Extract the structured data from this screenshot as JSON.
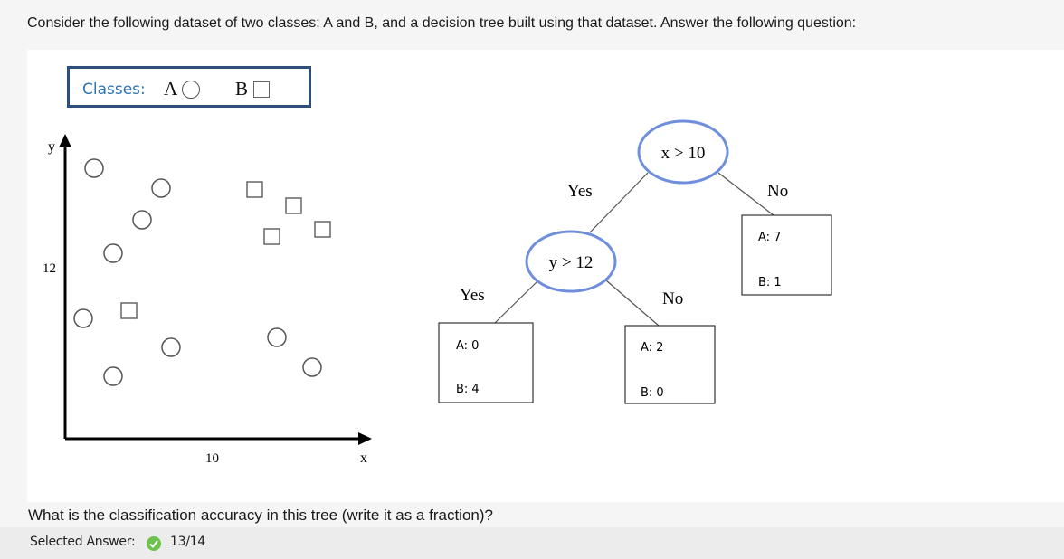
{
  "question_header": "Consider the following dataset of two classes: A and B, and a decision tree built using that dataset. Answer the following question:",
  "legend": {
    "label": "Classes:",
    "class_a": "A",
    "class_b": "B"
  },
  "scatter": {
    "y_axis_label": "y",
    "x_axis_label": "x",
    "y_tick": "12",
    "x_tick": "10"
  },
  "tree": {
    "root": {
      "condition": "x > 10",
      "yes_label": "Yes",
      "no_label": "No"
    },
    "inner": {
      "condition": "y > 12",
      "yes_label": "Yes",
      "no_label": "No"
    },
    "leaves": {
      "inner_yes": {
        "a": "A: 0",
        "b": "B: 4"
      },
      "inner_no": {
        "a": "A: 2",
        "b": "B: 0"
      },
      "root_no": {
        "a": "A: 7",
        "b": "B: 1"
      }
    }
  },
  "question": "What is the classification accuracy in this tree (write it as a fraction)?",
  "answer": {
    "label": "Selected Answer:",
    "value": "13/14",
    "status_icon": "check-circle-icon",
    "status_color": "#6cc24a"
  },
  "colors": {
    "legend_border": "#2d4f7c",
    "legend_label": "#2e75b6",
    "tree_node_stroke": "#6f8fdc"
  }
}
